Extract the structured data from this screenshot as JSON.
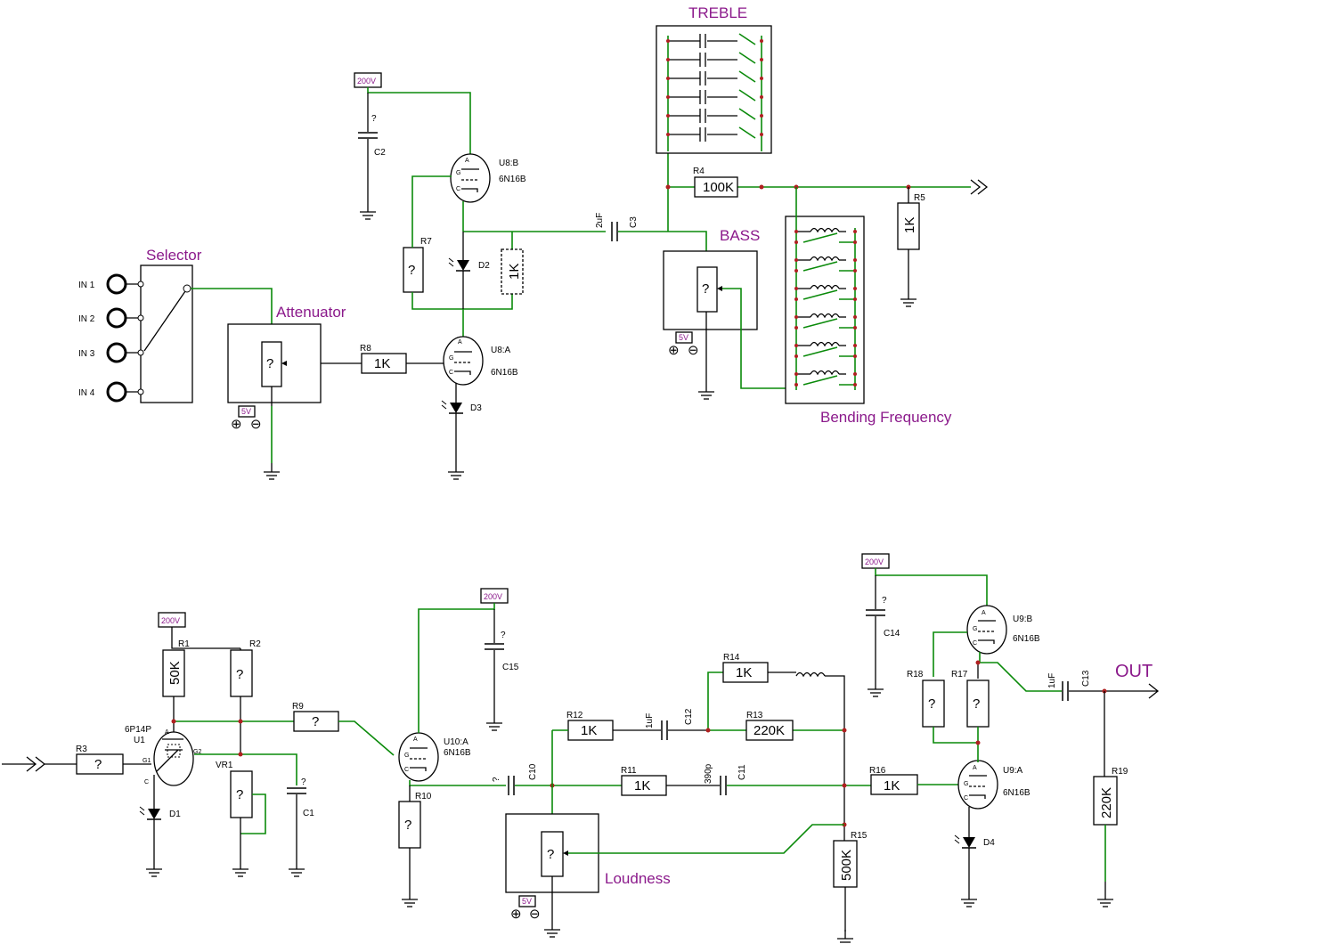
{
  "sections": {
    "treble": "TREBLE",
    "bass": "BASS",
    "selector": "Selector",
    "attenuator": "Attenuator",
    "bending": "Bending Frequency",
    "loudness": "Loudness",
    "out": "OUT"
  },
  "inputs": [
    "IN 1",
    "IN 2",
    "IN 3",
    "IN 4"
  ],
  "supply": {
    "hv": "200V",
    "lv": "5V"
  },
  "tubes": {
    "u8b": {
      "ref": "U8:B",
      "type": "6N16B"
    },
    "u8a": {
      "ref": "U8:A",
      "type": "6N16B"
    },
    "u1": {
      "ref": "U1",
      "type": "6P14P"
    },
    "u10a": {
      "ref": "U10:A",
      "type": "6N16B"
    },
    "u9b": {
      "ref": "U9:B",
      "type": "6N16B"
    },
    "u9a": {
      "ref": "U9:A",
      "type": "6N16B"
    }
  },
  "resistors": {
    "r1": {
      "ref": "R1",
      "value": "50K"
    },
    "r2": {
      "ref": "R2",
      "value": "?"
    },
    "r3": {
      "ref": "R3",
      "value": "?"
    },
    "r4": {
      "ref": "R4",
      "value": "100K"
    },
    "r5": {
      "ref": "R5",
      "value": "1K"
    },
    "r7": {
      "ref": "R7",
      "value": "?"
    },
    "r8": {
      "ref": "R8",
      "value": "1K"
    },
    "r9": {
      "ref": "R9",
      "value": "?"
    },
    "r10": {
      "ref": "R10",
      "value": "?"
    },
    "r11": {
      "ref": "R11",
      "value": "1K"
    },
    "r12": {
      "ref": "R12",
      "value": "1K"
    },
    "r13": {
      "ref": "R13",
      "value": "220K"
    },
    "r14": {
      "ref": "R14",
      "value": "1K"
    },
    "r15": {
      "ref": "R15",
      "value": "500K"
    },
    "r16": {
      "ref": "R16",
      "value": "1K"
    },
    "r17": {
      "ref": "R17",
      "value": "?"
    },
    "r18": {
      "ref": "R18",
      "value": "?"
    },
    "r19": {
      "ref": "R19",
      "value": "220K"
    },
    "rk": {
      "value": "1K"
    },
    "vr1": {
      "ref": "VR1",
      "value": "?"
    },
    "pot": "?"
  },
  "capacitors": {
    "c1": {
      "ref": "C1",
      "value": "?"
    },
    "c2": {
      "ref": "C2",
      "value": "?"
    },
    "c3": {
      "ref": "C3",
      "value": "2uF"
    },
    "c10": {
      "ref": "C10",
      "value": "?"
    },
    "c11": {
      "ref": "C11",
      "value": "390p"
    },
    "c12": {
      "ref": "C12",
      "value": "1uF"
    },
    "c13": {
      "ref": "C13",
      "value": "1uF"
    },
    "c14": {
      "ref": "C14",
      "value": "?"
    },
    "c15": {
      "ref": "C15",
      "value": "?"
    }
  },
  "diodes": {
    "d1": "D1",
    "d2": "D2",
    "d3": "D3",
    "d4": "D4"
  },
  "pins": {
    "a": "A",
    "g": "G",
    "c": "C",
    "g1": "G1",
    "g2": "G2"
  }
}
